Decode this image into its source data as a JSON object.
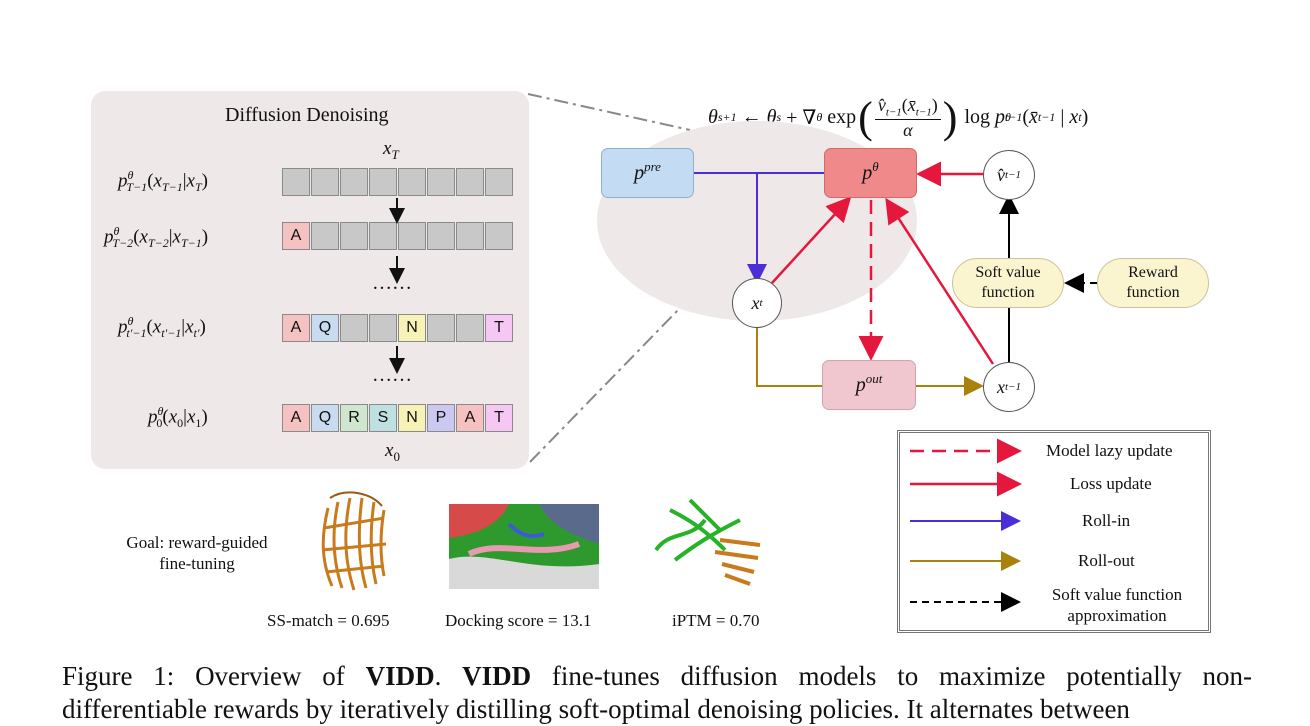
{
  "panel": {
    "title": "Diffusion Denoising",
    "xT": "T",
    "x0": "0",
    "dots1": "……",
    "dots2": "……"
  },
  "rows": [
    {
      "name": "row-T-1",
      "cells": [
        "",
        "",
        "",
        "",
        "",
        "",
        "",
        ""
      ]
    },
    {
      "name": "row-T-2",
      "cells": [
        "A",
        "",
        "",
        "",
        "",
        "",
        "",
        ""
      ]
    },
    {
      "name": "row-t-prime",
      "cells": [
        "A",
        "Q",
        "",
        "",
        "N",
        "",
        "",
        "T"
      ]
    },
    {
      "name": "row-0",
      "cells": [
        "A",
        "Q",
        "R",
        "S",
        "N",
        "P",
        "A",
        "T"
      ]
    }
  ],
  "cell_colors": {
    "A": "#f6c1c1",
    "Q": "#c9dbef",
    "R": "#cfe7cf",
    "S": "#bfe0e0",
    "N": "#f7f3b7",
    "P": "#cbc9f1",
    "T": "#f6c7f2",
    "": "#c8c8c8"
  },
  "formula": {
    "update": "θ_{s+1} ← θ_s + ∇_θ exp((v̂_{t−1}(x̄_{t−1}))/α) log p^θ_{t−1}(x̄_{t−1} | x_t)"
  },
  "nodes": {
    "ppre_sup": "pre",
    "ptheta_sup": "θ",
    "pout_sup": "out",
    "vhat": "v̂",
    "vhat_sub": "t−1",
    "xt_sub": "t",
    "xt1_sub": "t−1",
    "soft_value": "Soft value function",
    "reward": "Reward function"
  },
  "goal": {
    "text_line1": "Goal: reward-guided",
    "text_line2": "fine-tuning",
    "ss_match": "SS-match = 0.695",
    "docking": "Docking score = 13.1",
    "iptm": "iPTM = 0.70"
  },
  "legend": {
    "items": [
      {
        "label": "Model lazy update",
        "style": "dashed",
        "color": "#e6173c"
      },
      {
        "label": "Loss update",
        "style": "solid",
        "color": "#e6173c"
      },
      {
        "label": "Roll-in",
        "style": "solid",
        "color": "#4a2fd6"
      },
      {
        "label": "Roll-out",
        "style": "solid",
        "color": "#a8820a"
      },
      {
        "label": "Soft value function approximation",
        "style": "dashed",
        "color": "#000000"
      }
    ]
  },
  "caption": {
    "fig": "Figure 1:",
    "lead": "Overview of",
    "vidd1": "VIDD",
    "dot": ".",
    "vidd2": "VIDD",
    "rest1": "fine-tunes diffusion models to maximize potentially non-",
    "line2": "differentiable rewards by iteratively distilling soft-optimal denoising policies. It alternates between"
  }
}
